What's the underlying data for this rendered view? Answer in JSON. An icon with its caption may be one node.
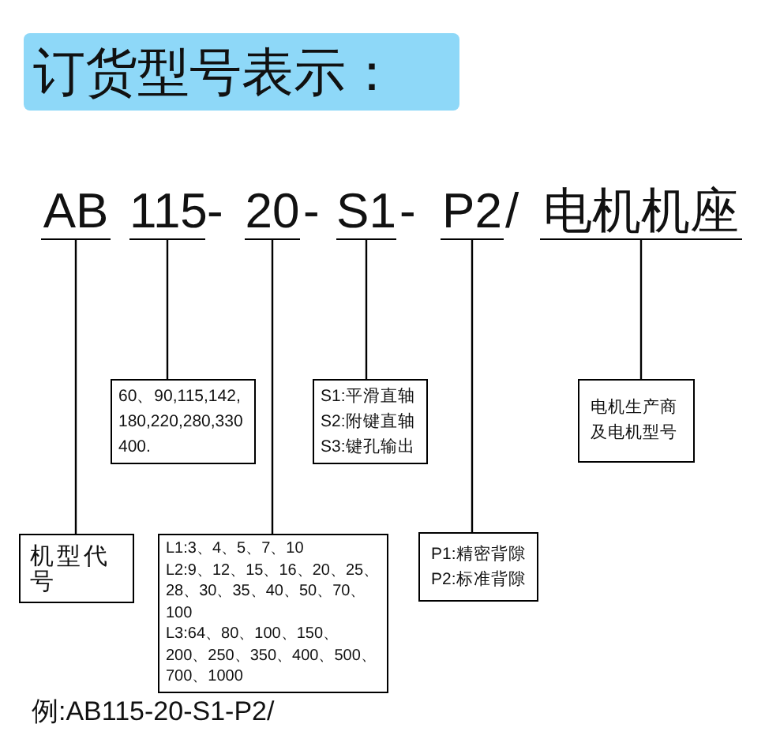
{
  "diagram": {
    "title": "订货型号表示：",
    "caption": "例:AB115-20-S1-P2/",
    "nodes": [
      {
        "text": [
          "AB"
        ]
      },
      {
        "text": [
          "115"
        ]
      },
      {
        "text": [
          "20"
        ]
      },
      {
        "text": [
          "S1"
        ]
      },
      {
        "text": [
          "P2"
        ]
      },
      {
        "text": [
          "电机机座"
        ]
      },
      {
        "text": [
          "机型代号"
        ]
      },
      {
        "text": [
          "60、90,115,142, 180,220,280,330 400."
        ]
      },
      {
        "text": [
          "L1:3、4、5、7、10",
          "L2:9、12、15、16、20、25、28、30、35、40、50、70、100",
          "L3:64、80、100、150、200、250、350、400、500、700、1000"
        ]
      },
      {
        "text": [
          "S1:平滑直轴",
          "S2:附键直轴",
          "S3:键孔输出"
        ]
      },
      {
        "text": [
          "P1:精密背隙",
          "P2:标准背隙"
        ]
      },
      {
        "text": [
          "电机生产商及电机型号"
        ]
      }
    ],
    "edges": [
      {
        "from": 0,
        "to": 6,
        "arrow": "none"
      },
      {
        "from": 1,
        "to": 7,
        "arrow": "none"
      },
      {
        "from": 2,
        "to": 8,
        "arrow": "none"
      },
      {
        "from": 3,
        "to": 9,
        "arrow": "none"
      },
      {
        "from": 4,
        "to": 10,
        "arrow": "none"
      },
      {
        "from": 5,
        "to": 11,
        "arrow": "none"
      }
    ],
    "labels": [
      "-",
      "-",
      "-",
      "/"
    ]
  }
}
